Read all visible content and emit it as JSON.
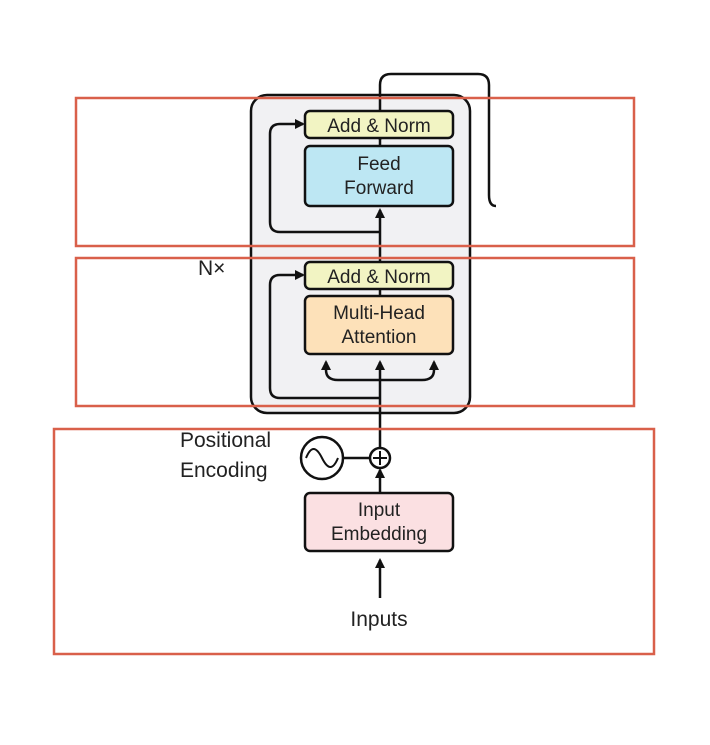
{
  "diagram": {
    "nx_label": "N×",
    "blocks": {
      "ffn_add_norm": "Add & Norm",
      "feed_forward_line1": "Feed",
      "feed_forward_line2": "Forward",
      "attn_add_norm": "Add & Norm",
      "mha_line1": "Multi-Head",
      "mha_line2": "Attention",
      "embedding_line1": "Input",
      "embedding_line2": "Embedding"
    },
    "positional_line1": "Positional",
    "positional_line2": "Encoding",
    "inputs_label": "Inputs",
    "colors": {
      "add_norm": "#f2f4c3",
      "feed_forward": "#bde7f3",
      "multi_head": "#fde1b9",
      "embedding": "#fbe0e2",
      "layer_bg": "#f1f1f3",
      "highlight": "#d9604a"
    }
  }
}
